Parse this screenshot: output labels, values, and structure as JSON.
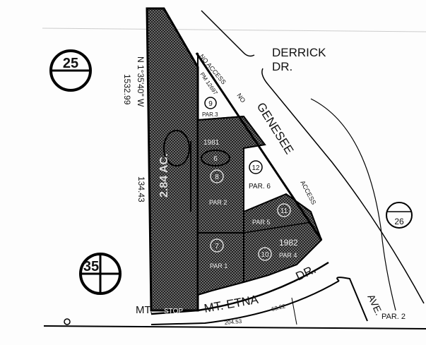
{
  "map": {
    "streets": {
      "derrick": "DERRICK",
      "derrick_suffix": "DR.",
      "genesee": "GENESEE",
      "mt_etna": "MT. ETNA",
      "mt_etna_suffix": "DR.",
      "mt_left": "MT.",
      "ave": "AVE."
    },
    "access": {
      "no_access_1": "NO ACCESS",
      "no_access_2": "NO",
      "access": "ACCESS",
      "stop": "STOP"
    },
    "page_refs": [
      "25",
      "35",
      "26"
    ],
    "parcels": {
      "p9": "9",
      "par3": "PAR.3",
      "pm": "PM 12697",
      "p12": "12",
      "par6": "PAR. 6",
      "p11": "11",
      "par5": "PAR 5",
      "y1982": "1982",
      "p10": "10",
      "par4": "PAR 4",
      "p7": "7",
      "par1": "PAR 1",
      "p8": "8",
      "par2": "PAR 2",
      "y1981": "1981",
      "p6": "6",
      "big_area": "2.84 AC.",
      "par2_right": "PAR. 2"
    },
    "dimensions": {
      "bearing": "N 1°35'40\" W",
      "len1": "1532.99",
      "len2": "134.43",
      "len3": "204.53",
      "len4": "63.22"
    },
    "colors": {
      "ink": "#111111",
      "paper": "#fdfdfd"
    }
  }
}
